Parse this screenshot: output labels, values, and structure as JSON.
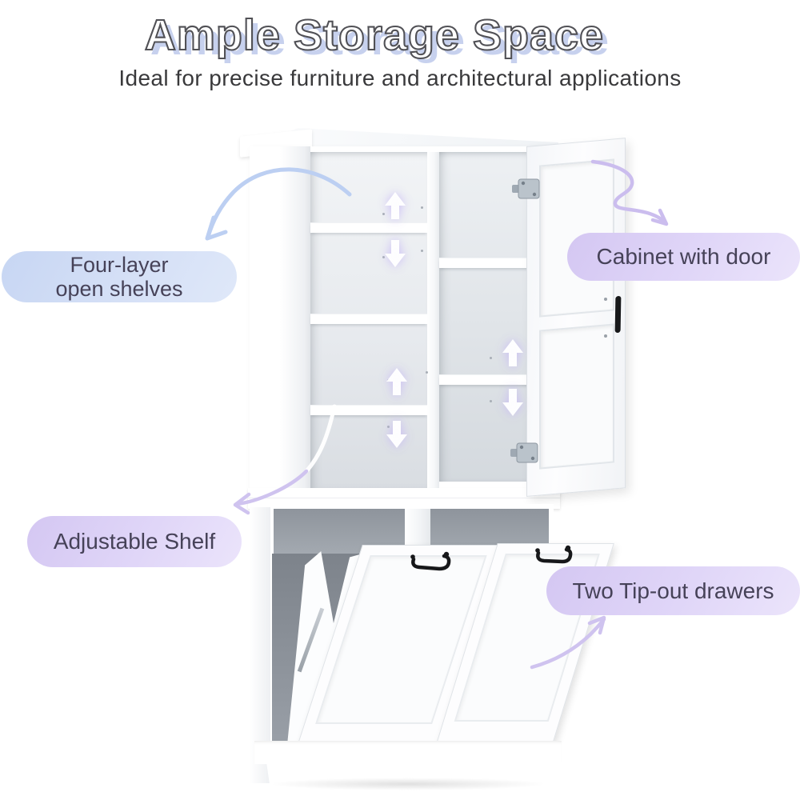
{
  "header": {
    "title": "Ample Storage Space",
    "subtitle": "Ideal for precise furniture and architectural applications"
  },
  "callouts": {
    "open_shelves": {
      "line1": "Four-layer",
      "line2": "open shelves"
    },
    "cabinet_door": {
      "label": "Cabinet with door"
    },
    "adjustable_shelf": {
      "label": "Adjustable Shelf"
    },
    "tip_out_drawers": {
      "label": "Two Tip-out drawers"
    }
  },
  "product": {
    "type": "tall storage cabinet",
    "features_shown": [
      "four-layer open shelves on the left",
      "right compartment closed by a hinged door",
      "height-adjustable shelves marked with up/down arrows",
      "open cubby row between upper and lower units",
      "two tilt-open (tip-out) drawers with black bail handles",
      "bracket-foot base"
    ]
  },
  "icons": {
    "shelf_adjust_up": "adjust-up-arrow",
    "shelf_adjust_down": "adjust-down-arrow",
    "annotation_arrows": [
      "curved-arrow-blue",
      "curly-arrow-purple",
      "curved-arrow-purple-left",
      "curved-arrow-purple-up"
    ],
    "hardware": [
      "door-hinge",
      "door-handle",
      "drawer-bail-handle"
    ]
  },
  "colors": {
    "background": "#ffffff",
    "title_fill": "#ffffff",
    "title_outline": "#515156",
    "title_shadow": "#c7d1ee",
    "subtitle_text": "#39393b",
    "callout_text": "#464258",
    "callout_blue": "#c7d6f3",
    "callout_purple": "#d9cdf5",
    "arrow_blue": "#bccff2",
    "arrow_purple": "#cbbdee",
    "cabinet_white": "#fdfdfe",
    "interior_gray": "#e7eaee",
    "cubby_gray": "#969ca4",
    "handle_black": "#17181a",
    "hinge_silver": "#bac3cb"
  }
}
